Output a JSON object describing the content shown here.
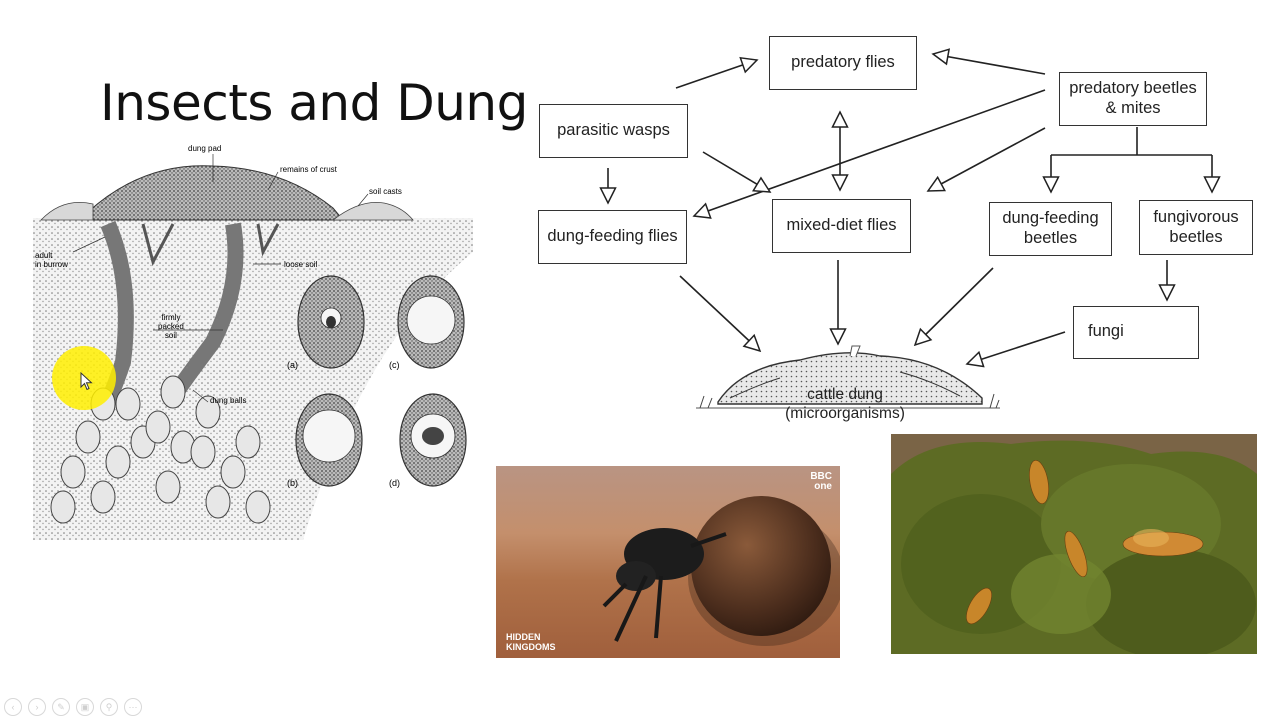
{
  "slide": {
    "title": "Insects and Dung"
  },
  "illustration": {
    "labels": {
      "dung_pad": "dung pad",
      "remains_of_crust": "remains of crust",
      "soil_casts": "soil casts",
      "adult_in_burrow": "adult\nin burrow",
      "loose_soil": "loose soil",
      "firmly_packed_soil": "firmly\npacked\nsoil",
      "dung_balls": "dung balls",
      "a": "(a)",
      "b": "(b)",
      "c": "(c)",
      "d": "(d)"
    }
  },
  "foodweb": {
    "predatory_flies": "predatory flies",
    "predatory_beetles": "predatory beetles\n& mites",
    "parasitic_wasps": "parasitic wasps",
    "dung_feeding_flies": "dung-feeding flies",
    "mixed_diet_flies": "mixed-diet flies",
    "dung_feeding_beetles": "dung-feeding\nbeetles",
    "fungivorous_beetles": "fungivorous\nbeetles",
    "fungi": "fungi",
    "cattle_dung": "cattle dung\n(microorganisms)"
  },
  "photos": {
    "beetle": {
      "channel_logo": "BBC\none",
      "show_logo": "HIDDEN\nKINGDOMS"
    }
  },
  "colors": {
    "highlight": "#ffee00",
    "photo_soil": "#b0724a",
    "photo_dung": "#5d6b24"
  }
}
